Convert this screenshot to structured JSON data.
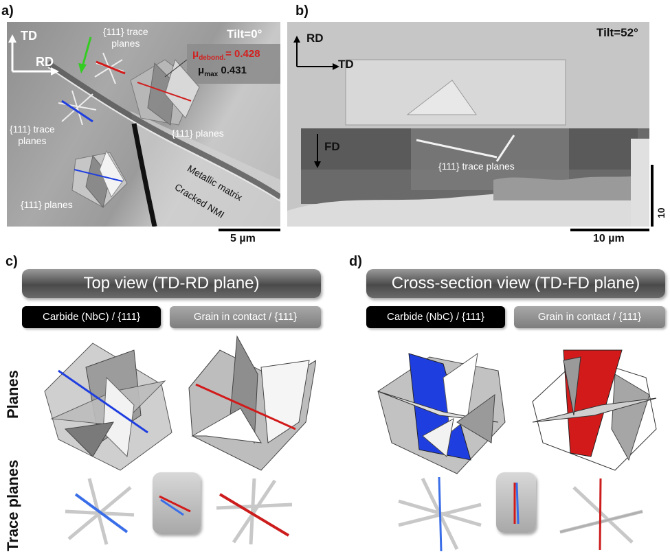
{
  "panel_a": {
    "letter": "a)",
    "tilt": "Tilt=0°",
    "axis_td": "TD",
    "axis_rd": "RD",
    "trace_planes_top": [
      "{111} trace",
      "planes"
    ],
    "trace_planes_left": [
      "{111} trace",
      "planes"
    ],
    "planes_right": "{111} planes",
    "planes_bottom": "{111} planes",
    "mu_debond_prefix": "μ",
    "mu_debond_sub": "debond.",
    "mu_debond_value": "= 0.428",
    "mu_max_prefix": "μ",
    "mu_max_sub": "max",
    "mu_max_value": " 0.431",
    "metallic_matrix": "Metallic matrix",
    "cracked_nmi": "Cracked NMI",
    "scale": "5 µm"
  },
  "panel_b": {
    "letter": "b)",
    "tilt": "Tilt=52°",
    "axis_rd": "RD",
    "axis_td": "TD",
    "axis_fd": "FD",
    "trace_planes": "{111} trace planes",
    "scale_h": "10 µm",
    "scale_v": "10 µm"
  },
  "panel_c": {
    "letter": "c)",
    "header": "Top view (TD-RD plane)",
    "tag_carbide": "Carbide (NbC) / {111}",
    "tag_grain": "Grain in contact / {111}"
  },
  "panel_d": {
    "letter": "d)",
    "header": "Cross-section view (TD-FD plane)",
    "tag_carbide": "Carbide (NbC) / {111}",
    "tag_grain": "Grain in contact / {111}"
  },
  "row_labels": {
    "planes": "Planes",
    "trace_planes": "Trace planes"
  },
  "colors": {
    "blue": "#1f3ee0",
    "red": "#d21a1a",
    "highlight_red": "#d31f1f",
    "green_arrow": "#33cc22"
  }
}
